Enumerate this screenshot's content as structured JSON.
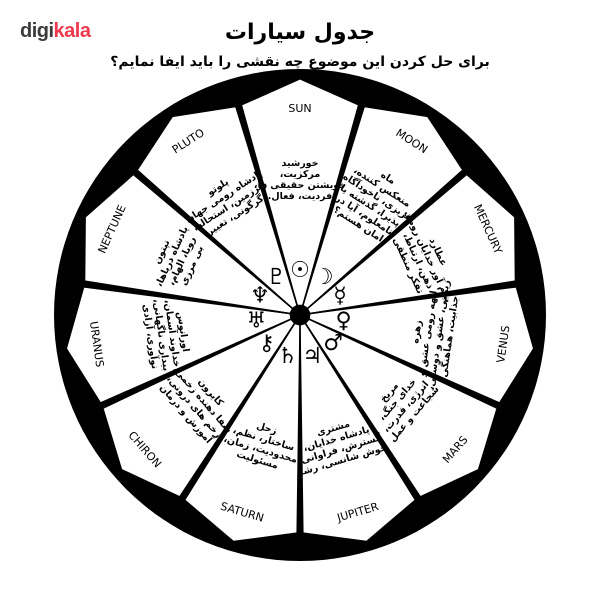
{
  "logo": {
    "part1": "digi",
    "part2": "kala"
  },
  "title": "جدول سیارات",
  "subtitle": "برای حل کردن این موضوع چه نقشی را باید ایفا نمایم؟",
  "colors": {
    "ring": "#000000",
    "panel": "#ffffff",
    "brand_red": "#ef394e",
    "brand_gray": "#3b3b3b"
  },
  "planets": [
    {
      "name": "SUN",
      "symbol": "☉",
      "text": [
        "خورشید",
        "مرکزیت،",
        "خویشتن حقیقی ما،",
        "فردیت، فعال."
      ]
    },
    {
      "name": "MOON",
      "symbol": "☽",
      "text": [
        "ماه",
        "منعکس کننده،",
        "غریزی، ناخودآگاه،",
        "پذیرا، گذشته یا",
        "نامعلوم، آیا در",
        "امان هستم؟"
      ]
    },
    {
      "name": "MERCURY",
      "symbol": "☿",
      "text": [
        "عطارد",
        "پیام آور خدایان رومی",
        "ذهن، ارتباط،",
        "تفکر منطقی"
      ]
    },
    {
      "name": "VENUS",
      "symbol": "♀",
      "text": [
        "زهره",
        "الهه رومی عشق و",
        "زیبایی، عشق و دوستی،",
        "جذابیت، هماهنگی"
      ]
    },
    {
      "name": "MARS",
      "symbol": "♂",
      "text": [
        "مریخ",
        "خدای جنگ،",
        "انرژی، قدرت،",
        "شجاعت و عمل"
      ]
    },
    {
      "name": "JUPITER",
      "symbol": "♃",
      "text": [
        "مشتری",
        "پادشاه خدایان،",
        "گسترش، فراوانی،",
        "خوش شانسی، رشد"
      ]
    },
    {
      "name": "SATURN",
      "symbol": "♄",
      "text": [
        "زحل",
        "ساختار، نظم،",
        "محدودیت، زمان،",
        "مسئولیت"
      ]
    },
    {
      "name": "CHIRON",
      "symbol": "⚷",
      "text": [
        "کایرون",
        "شفا دهنده زخمی،",
        "زخم های درونی،",
        "آموزش و درمان"
      ]
    },
    {
      "name": "URANUS",
      "symbol": "♅",
      "text": [
        "اورانوس",
        "خداوند آسمان،",
        "بیداری ناگهانی،",
        "نوآوری، آزادی"
      ]
    },
    {
      "name": "NEPTUNE",
      "symbol": "♆",
      "text": [
        "نپتون",
        "پادشاه دریاها،",
        "رویا، الهام،",
        "بی مرزی"
      ]
    },
    {
      "name": "PLUTO",
      "symbol": "♇",
      "text": [
        "پلوتو",
        "پادشاه رومی جهان",
        "زیرزمین، استحاله،",
        "دگرگونی، تغییر."
      ]
    }
  ]
}
